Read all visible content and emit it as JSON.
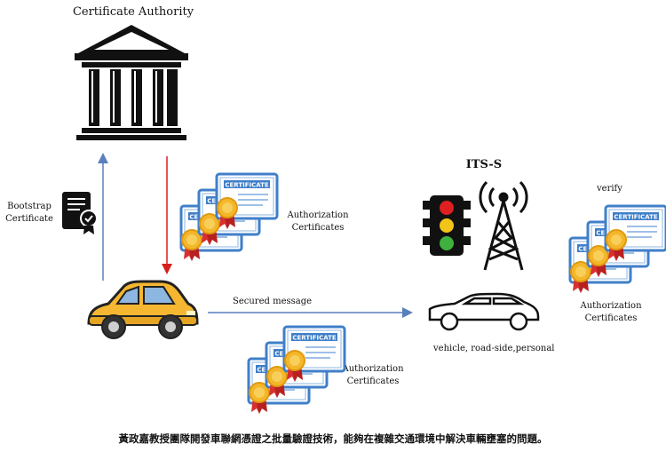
{
  "ca": {
    "title": "Certificate Authority"
  },
  "its": {
    "title": "ITS-S"
  },
  "labels": {
    "bootstrap_line1": "Bootstrap",
    "bootstrap_line2": "Certificate",
    "secured_message": "Secured message",
    "verify": "verify",
    "vehicle_types": "vehicle, road-side,personal",
    "auth_line1": "Authorization",
    "auth_line2": "Certificates",
    "certificate_word": "CERTIFICATE"
  },
  "caption": "黃政嘉教授團隊開發車聯網憑證之批量驗證技術，能夠在複雜交通環境中解決車輛壅塞的問題。",
  "colors": {
    "arrow_blue": "#5a7fbd",
    "arrow_red": "#d81e1e",
    "car_yellow": "#f5b731",
    "cert_blue": "#3f7fc9",
    "ribbon_red": "#d83030",
    "medal_gold": "#f4b62a"
  }
}
